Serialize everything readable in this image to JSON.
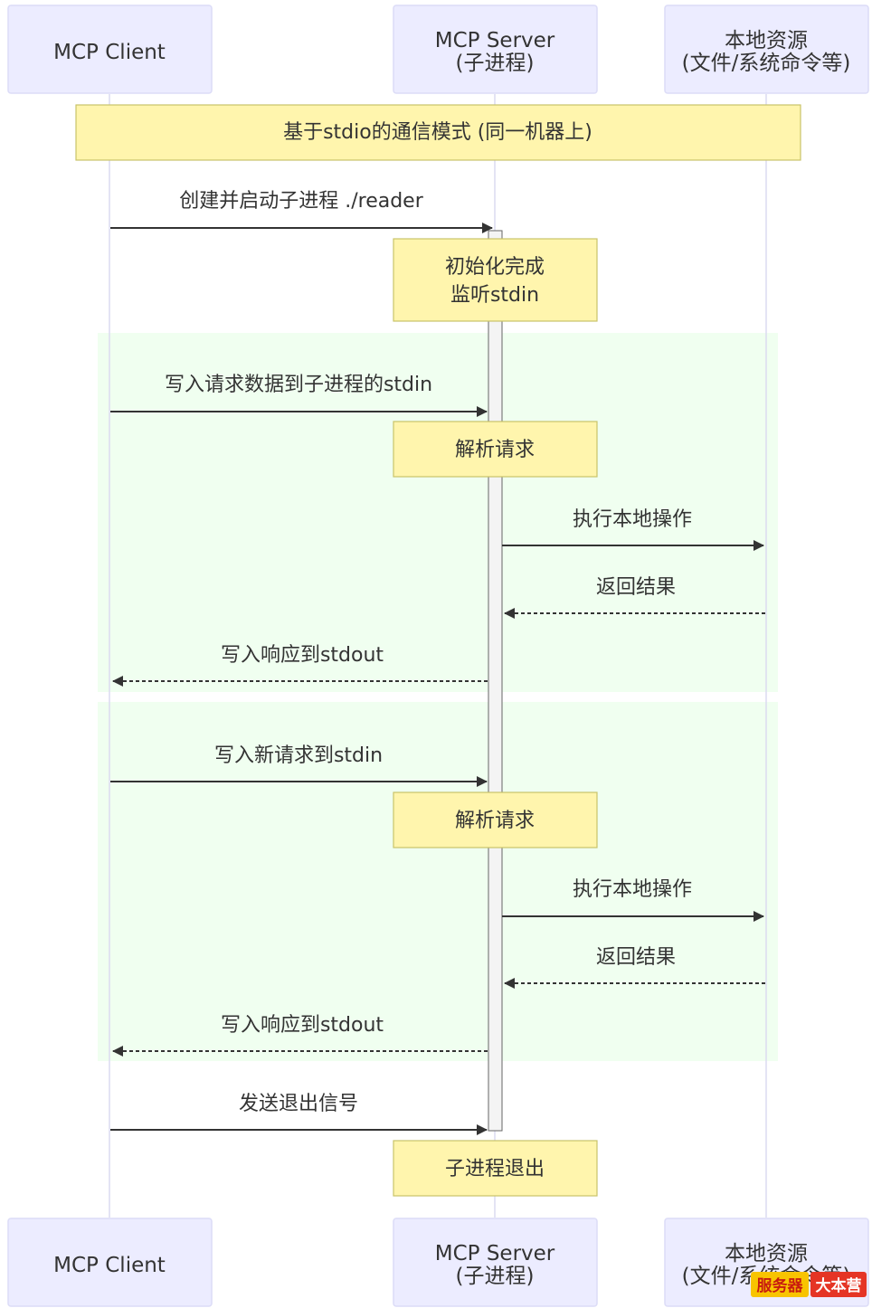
{
  "actors": [
    {
      "id": "client",
      "lines": [
        "MCP Client"
      ]
    },
    {
      "id": "server",
      "lines": [
        "MCP Server",
        "(子进程)"
      ]
    },
    {
      "id": "local",
      "lines": [
        "本地资源",
        "(文件/系统命令等)"
      ]
    }
  ],
  "notes": {
    "stdio_mode": "基于stdio的通信模式 (同一机器上)",
    "init_line1": "初始化完成",
    "init_line2": "监听stdin",
    "parse1": "解析请求",
    "parse2": "解析请求",
    "exit": "子进程退出"
  },
  "messages": {
    "create": "创建并启动子进程 ./reader",
    "write_req": "写入请求数据到子进程的stdin",
    "exec1": "执行本地操作",
    "return1": "返回结果",
    "write_resp1": "写入响应到stdout",
    "write_new": "写入新请求到stdin",
    "exec2": "执行本地操作",
    "return2": "返回结果",
    "write_resp2": "写入响应到stdout",
    "exit_signal": "发送退出信号"
  },
  "watermark": {
    "left": "服务器",
    "right": "大本营"
  },
  "colors": {
    "actor_fill": "#ECECFF",
    "note_fill": "#fff5ad",
    "loop_fill": "#f0fff0",
    "line": "#333333"
  }
}
